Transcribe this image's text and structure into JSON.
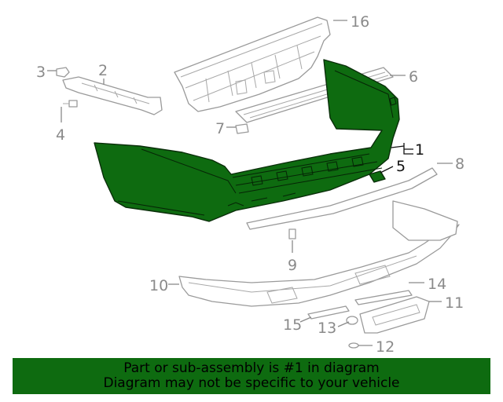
{
  "diagram": {
    "highlight_color": "#0e6b10",
    "callouts": [
      {
        "id": "c1",
        "label": "1"
      },
      {
        "id": "c2",
        "label": "2"
      },
      {
        "id": "c3",
        "label": "3"
      },
      {
        "id": "c4",
        "label": "4"
      },
      {
        "id": "c5",
        "label": "5"
      },
      {
        "id": "c6",
        "label": "6"
      },
      {
        "id": "c7",
        "label": "7"
      },
      {
        "id": "c8",
        "label": "8"
      },
      {
        "id": "c9",
        "label": "9"
      },
      {
        "id": "c10",
        "label": "10"
      },
      {
        "id": "c11",
        "label": "11"
      },
      {
        "id": "c12",
        "label": "12"
      },
      {
        "id": "c13",
        "label": "13"
      },
      {
        "id": "c14",
        "label": "14"
      },
      {
        "id": "c15",
        "label": "15"
      },
      {
        "id": "c16",
        "label": "16"
      }
    ]
  },
  "banner": {
    "line1": "Part or sub-assembly is #1 in diagram",
    "line2": "Diagram may not be specific to your vehicle",
    "background": "#0e6b10"
  }
}
